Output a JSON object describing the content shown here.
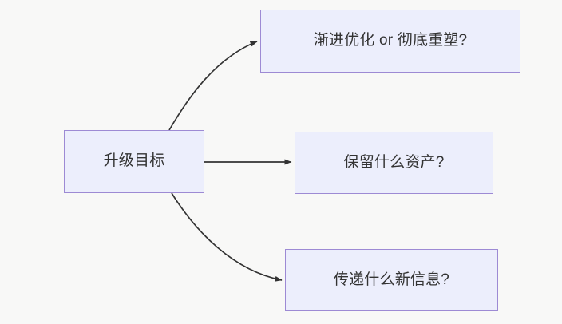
{
  "diagram": {
    "type": "flowchart",
    "direction": "left-to-right",
    "background_color": "#f8f8f7",
    "node_fill_color": "#eceefc",
    "node_border_color": "#9d8ad4",
    "node_text_color": "#333333",
    "edge_color": "#333333",
    "nodes": [
      {
        "id": "source",
        "label": "升级目标",
        "role": "root"
      },
      {
        "id": "option-1",
        "label": "渐进优化 or 彻底重塑?",
        "role": "question"
      },
      {
        "id": "option-2",
        "label": "保留什么资产?",
        "role": "question"
      },
      {
        "id": "option-3",
        "label": "传递什么新信息?",
        "role": "question"
      }
    ],
    "edges": [
      {
        "id": "edge-1",
        "from": "source",
        "to": "option-1",
        "style": "curved",
        "arrowhead": "solid-triangle",
        "label": ""
      },
      {
        "id": "edge-2",
        "from": "source",
        "to": "option-2",
        "style": "straight",
        "arrowhead": "solid-triangle",
        "label": ""
      },
      {
        "id": "edge-3",
        "from": "source",
        "to": "option-3",
        "style": "curved",
        "arrowhead": "solid-triangle",
        "label": ""
      }
    ]
  }
}
